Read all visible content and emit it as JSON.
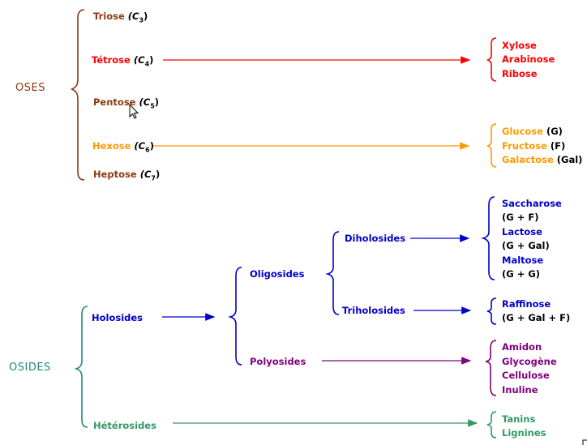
{
  "colors": {
    "brown": "#8B3A0F",
    "red": "#FF0000",
    "orange": "#FF9900",
    "blue": "#0000CC",
    "purple": "#800080",
    "teal": "#1E8C78",
    "green": "#339966",
    "black": "#000000"
  },
  "oses": {
    "label": "OSES",
    "triose": {
      "name": "Triose",
      "formula": "(C",
      "sub": "3",
      "close": ")"
    },
    "tetrose": {
      "name": "Tétrose",
      "formula": "(C",
      "sub": "4",
      "close": ")"
    },
    "pentose": {
      "name": "Pentose",
      "formula": "(C",
      "sub": "5",
      "close": ")"
    },
    "hexose": {
      "name": "Hexose",
      "formula": "(C",
      "sub": "6",
      "close": ")"
    },
    "heptose": {
      "name": "Heptose",
      "formula": "(C",
      "sub": "7",
      "close": ")"
    },
    "tetrose_products": [
      "Xylose",
      "Arabinose",
      "Ribose"
    ],
    "hexose_products": [
      {
        "name": "Glucose",
        "abbr": "(G)"
      },
      {
        "name": "Fructose",
        "abbr": "(F)"
      },
      {
        "name": "Galactose",
        "abbr": "(Gal)"
      }
    ]
  },
  "osides": {
    "label": "OSIDES",
    "holosides": "Holosides",
    "heterosides": "Hétérosides",
    "oligosides": "Oligosides",
    "polyosides": "Polyosides",
    "diholosides": "Diholosides",
    "triholosides": "Triholosides",
    "diholoside_products": [
      {
        "name": "Saccharose",
        "composition": "(G + F)"
      },
      {
        "name": "Lactose",
        "composition": "(G + Gal)"
      },
      {
        "name": "Maltose",
        "composition": "(G + G)"
      }
    ],
    "triholoside_products": [
      {
        "name": "Raffinose",
        "composition": "(G + Gal + F)"
      }
    ],
    "polyoside_products": [
      "Amidon",
      "Glycogène",
      "Cellulose",
      "Inuline"
    ],
    "heteroside_products": [
      "Tanins",
      "Lignines"
    ]
  }
}
